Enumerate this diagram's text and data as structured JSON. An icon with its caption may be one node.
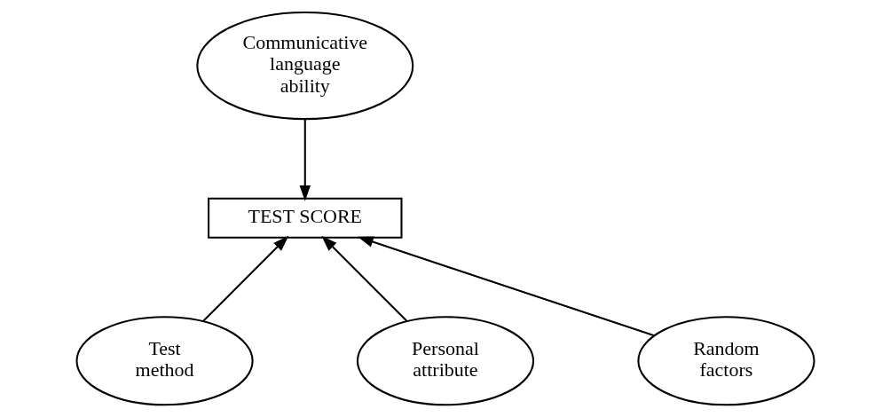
{
  "diagram": {
    "nodes": [
      {
        "text": [
          "Communicative language ability"
        ]
      },
      {
        "text": [
          "TEST SCORE"
        ]
      },
      {
        "text": [
          "Test method"
        ]
      },
      {
        "text": [
          "Personal attribute"
        ]
      },
      {
        "text": [
          "Random factors"
        ]
      }
    ],
    "edges": [
      {
        "from": 0,
        "to": 1,
        "arrow": "to"
      },
      {
        "from": 2,
        "to": 1,
        "arrow": "to"
      },
      {
        "from": 3,
        "to": 1,
        "arrow": "to"
      },
      {
        "from": 4,
        "to": 1,
        "arrow": "to"
      }
    ]
  }
}
